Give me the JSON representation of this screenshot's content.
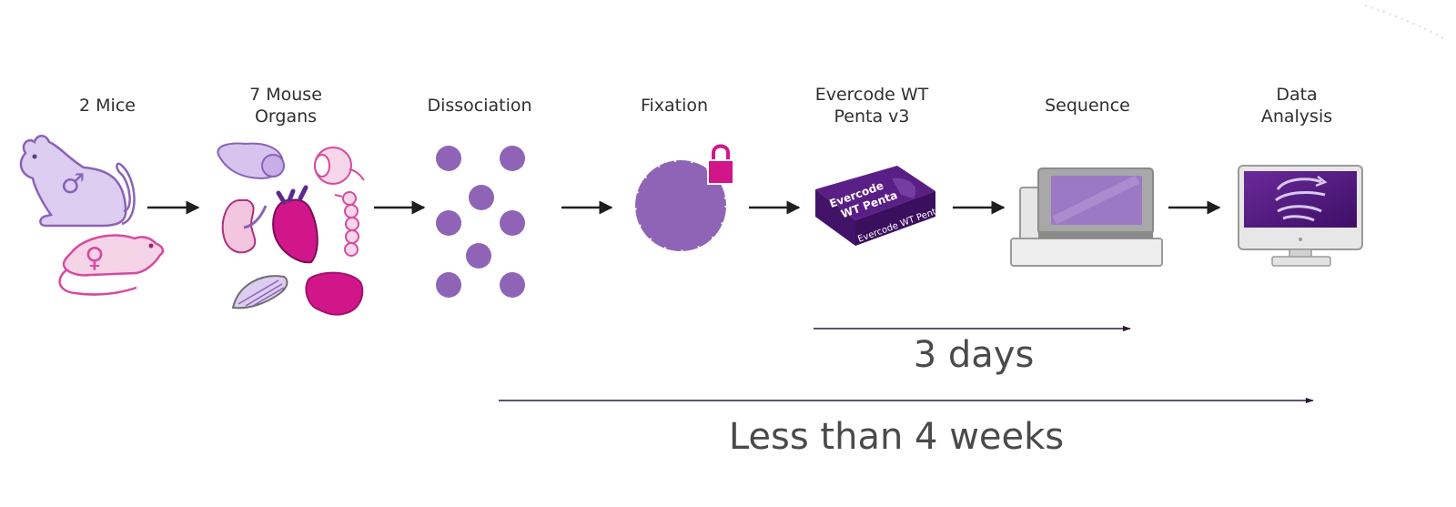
{
  "steps": [
    {
      "label": "2 Mice"
    },
    {
      "label": "7 Mouse\nOrgans"
    },
    {
      "label": "Dissociation"
    },
    {
      "label": "Fixation"
    },
    {
      "label": "Evercode WT\nPenta v3"
    },
    {
      "label": "Sequence"
    },
    {
      "label": "Data\nAnalysis"
    }
  ],
  "icons": {
    "male_symbol": "♂",
    "female_symbol": "♀",
    "kit_box_text_top": "Evercode\nWT Penta",
    "kit_box_text_side": "Evercode  WT Penta"
  },
  "timelines": {
    "short": "3 days",
    "long": "Less than 4 weeks"
  },
  "colors": {
    "purple": "#8f64b6",
    "dark_purple": "#4b1a6e",
    "magenta": "#d1168a",
    "light_purple": "#d7c6ea",
    "pink": "#f3c8e0",
    "gray": "#9a9a9a",
    "text": "#2f2f2f"
  }
}
